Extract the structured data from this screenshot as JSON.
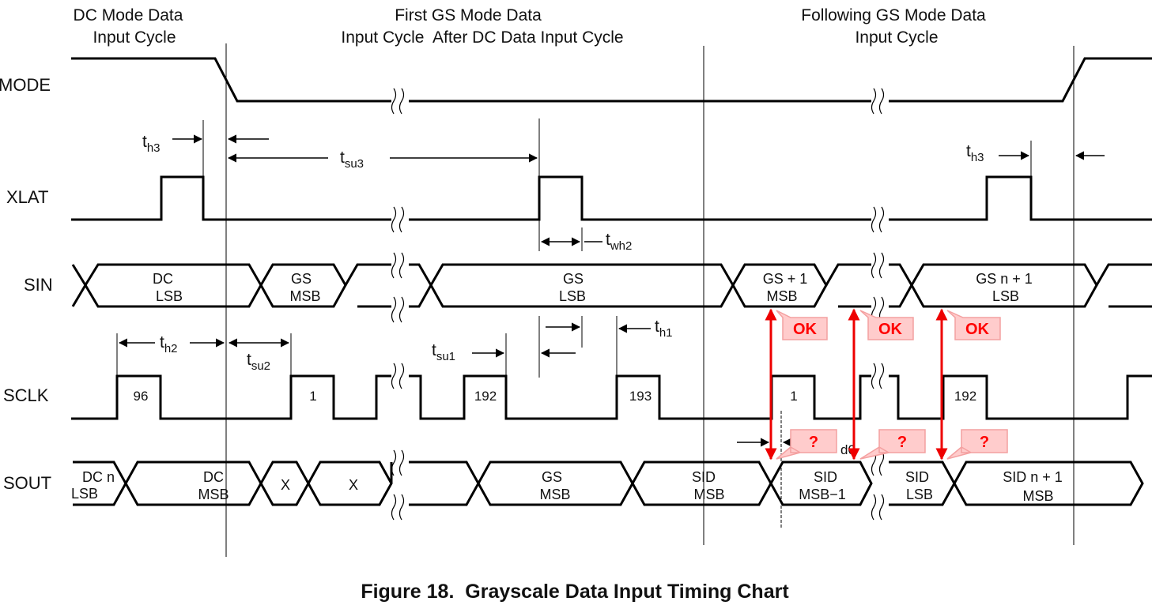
{
  "headers": {
    "dc_cycle": [
      "DC Mode Data",
      "Input Cycle"
    ],
    "first_gs_cycle": [
      "First GS Mode Data",
      "Input Cycle  After DC Data Input Cycle"
    ],
    "following_gs_cycle": [
      "Following GS Mode Data",
      "Input Cycle"
    ]
  },
  "signals": {
    "mode": "MODE",
    "xlat": "XLAT",
    "sin": "SIN",
    "sclk": "SCLK",
    "sout": "SOUT"
  },
  "sin_cells": {
    "dc_lsb": [
      "DC",
      "LSB"
    ],
    "gs_msb": [
      "GS",
      "MSB"
    ],
    "gs_lsb": [
      "GS",
      "LSB"
    ],
    "gs1_msb": [
      "GS + 1",
      "MSB"
    ],
    "gsn1_lsb": [
      "GS n + 1",
      "LSB"
    ]
  },
  "sclk_pulses": {
    "p96": "96",
    "p1": "1",
    "p192": "192",
    "p193": "193",
    "p1b": "1",
    "p192b": "192"
  },
  "sout_cells": {
    "dcn_lsb": [
      "DC n",
      "LSB"
    ],
    "dc_msb": [
      "DC",
      "MSB"
    ],
    "x1": "X",
    "x2": "X",
    "gs_msb": [
      "GS",
      "MSB"
    ],
    "sid_msb": [
      "SID",
      "MSB"
    ],
    "sid_msb1": [
      "SID",
      "MSB−1"
    ],
    "sid_lsb": [
      "SID",
      "LSB"
    ],
    "sidn1_msb": [
      "SID n + 1",
      "MSB"
    ]
  },
  "timing_params": {
    "th3_left": {
      "main": "t",
      "sub": "h3"
    },
    "tsu3": {
      "main": "t",
      "sub": "su3"
    },
    "th3_right": {
      "main": "t",
      "sub": "h3"
    },
    "twh2": {
      "main": "t",
      "sub": "wh2"
    },
    "th2": {
      "main": "t",
      "sub": "h2"
    },
    "tsu2": {
      "main": "t",
      "sub": "su2"
    },
    "tsu1": {
      "main": "t",
      "sub": "su1"
    },
    "th1": {
      "main": "t",
      "sub": "h1"
    },
    "td0_partial": "d0"
  },
  "callouts": {
    "ok1": "OK",
    "ok2": "OK",
    "ok3": "OK",
    "q1": "?",
    "q2": "?",
    "q3": "?"
  },
  "caption": "Figure 18.  Grayscale Data Input Timing Chart",
  "colors": {
    "callout_fill": "#ffcccc",
    "callout_border": "#f4a0a0",
    "callout_text": "#ff0000",
    "marker_line": "#ee0000"
  }
}
